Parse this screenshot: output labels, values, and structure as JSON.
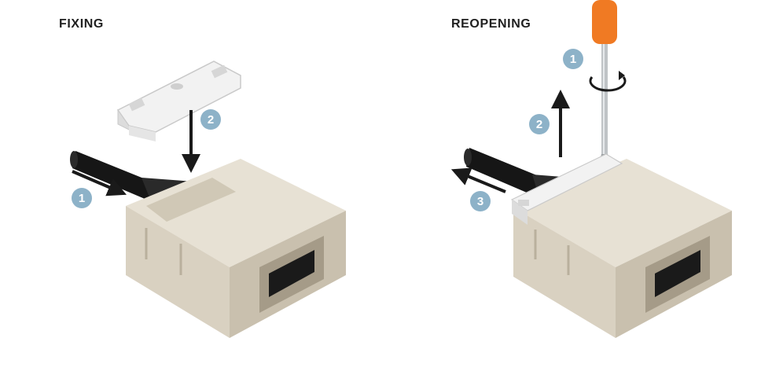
{
  "fixing": {
    "title": "FIXING",
    "steps": [
      "1",
      "2"
    ]
  },
  "reopening": {
    "title": "REOPENING",
    "steps": [
      "1",
      "2",
      "3"
    ]
  },
  "colors": {
    "badge": "#8db2c8",
    "housing": "#d9d1c1",
    "cable": "#1e1e1e",
    "clip": "#f0f0f0",
    "screwdriver_handle": "#f07a23"
  },
  "icons": {
    "arrow": "arrow-icon",
    "rotate": "rotate-icon"
  }
}
